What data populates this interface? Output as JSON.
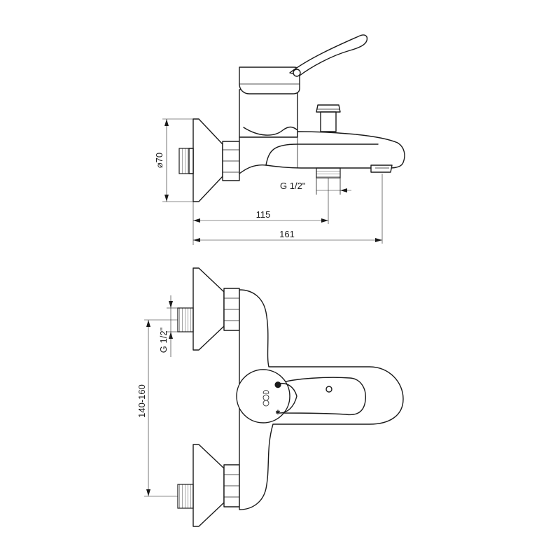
{
  "top_view": {
    "dimensions": {
      "flange_diameter": "⌀70",
      "outlet_thread": "G 1/2\"",
      "depth_to_outlet": "115",
      "overall_depth": "161"
    }
  },
  "front_view": {
    "dimensions": {
      "inlet_thread": "G 1/2\"",
      "inlet_spacing": "140-160"
    },
    "symbols": {
      "hot": "⬤",
      "cold": "✱"
    }
  }
}
